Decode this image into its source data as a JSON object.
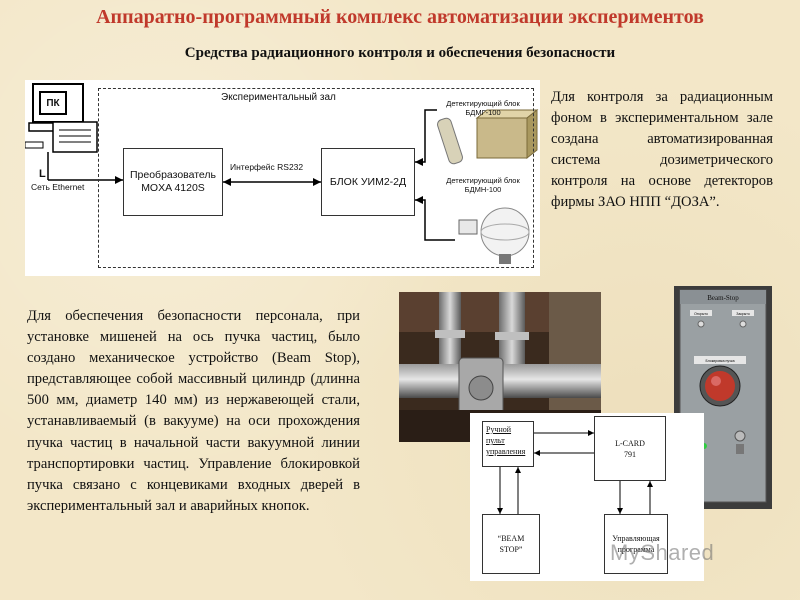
{
  "header": {
    "title": "Аппаратно-программный комплекс автоматизации экспериментов",
    "subtitle": "Средства радиационного контроля и обеспечения безопасности"
  },
  "radiation_diagram": {
    "hall_label": "Экспериментальный зал",
    "pc_label": "ПК",
    "l_label": "L",
    "ethernet_label": "Сеть Ethernet",
    "moxa_line1": "Преобразователь",
    "moxa_line2": "MOXA 4120S",
    "interface_label": "Интерфейс RS232",
    "uim_label": "БЛОК УИМ2-2Д",
    "detector1_line1": "Детектирующий блок",
    "detector1_line2": "БДМГ-100",
    "detector2_line1": "Детектирующий блок",
    "detector2_line2": "БДМН-100"
  },
  "radiation_text": "Для контроля за радиационным фоном в экспериментальном зале создана автоматизированная система дозиметрического контроля на основе детекторов фирмы ЗАО НПП “ДОЗА”.",
  "safety_text": "Для обеспечения безопасности персонала, при установке мишеней на ось пучка частиц, было создано механическое устройство (Beam Stop), представляющее собой массивный цилиндр (длинна 500 мм, диаметр 140 мм) из нержавеющей стали, устанавливаемый (в вакууме) на оси прохождения пучка частиц в начальной части вакуумной линии транспортировки частиц. Управление блокировкой пучка связано с концевиками входных дверей в экспериментальный зал и аварийных кнопок.",
  "beamstop_diagram": {
    "manual_line1": "Ручной",
    "manual_line2": "пульт",
    "manual_line3": "управления",
    "lcard_line1": "L-CARD",
    "lcard_line2": "791",
    "beam_line1": "“BEAM",
    "beam_line2": "STOP”",
    "ctrl_line1": "Управляющая",
    "ctrl_line2": "программа"
  },
  "panel_photo": {
    "title": "Beam-Stop",
    "left_label": "Открыто",
    "right_label": "Закрыто",
    "middle_label": "Блокировка пучка"
  },
  "watermark": "MyShared"
}
